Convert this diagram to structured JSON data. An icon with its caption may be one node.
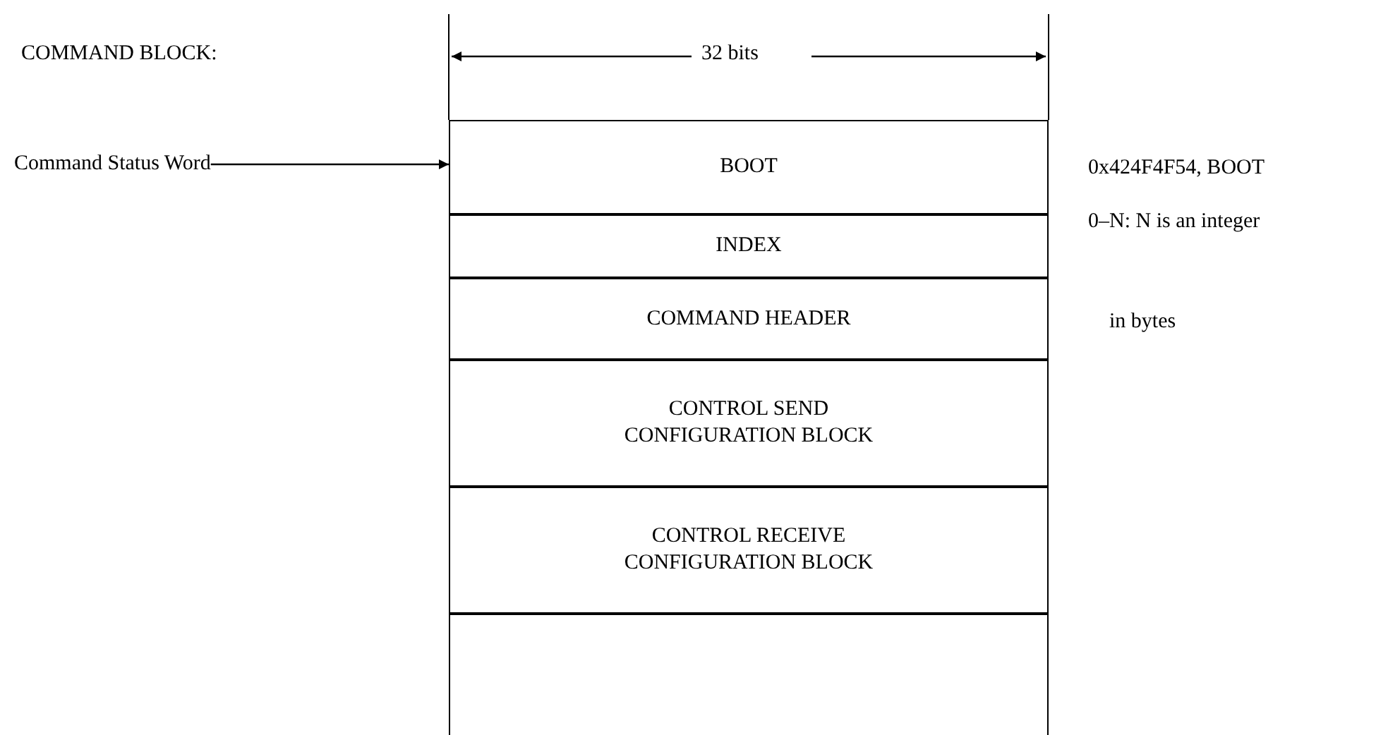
{
  "diagram": {
    "nodes": [
      {
        "text": [
          "Command Status Word"
        ]
      },
      {
        "text": [
          "BOOT"
        ],
        "beside": [
          "0x424F4F54, BOOT"
        ]
      },
      {
        "text": [
          "INDEX"
        ],
        "beside": [
          "0–N: N is an integer"
        ]
      },
      {
        "text": [
          "COMMAND HEADER"
        ],
        "beside": [
          "in bytes"
        ]
      },
      {
        "text": [
          "CONTROL SEND CONFIGURATION BLOCK"
        ]
      },
      {
        "text": [
          "CONTROL RECEIVE CONFIGURATION BLOCK"
        ]
      },
      {
        "text": [],
        "shape": "box"
      }
    ],
    "edges": [
      {
        "from": 0,
        "to": 1,
        "arrow": "to"
      }
    ],
    "labels": [
      "COMMAND BLOCK:",
      "32 bits"
    ]
  }
}
